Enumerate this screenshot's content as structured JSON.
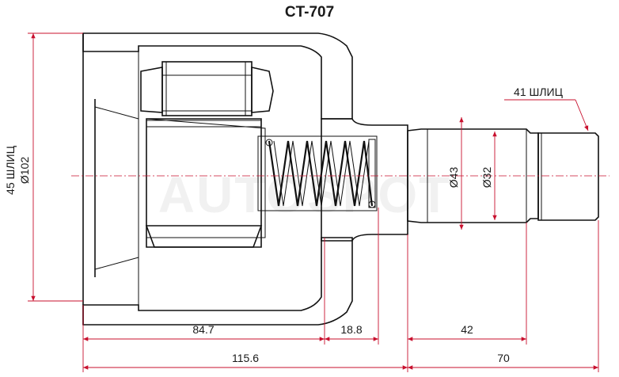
{
  "title": "CT-707",
  "watermark": "AUTOSPOT",
  "labels": {
    "outer_spline": "45 ШЛИЦ",
    "outer_diameter": "Ø102",
    "shaft_spline": "41 ШЛИЦ",
    "shaft_diameter_1": "Ø43",
    "shaft_diameter_2": "Ø32"
  },
  "dimensions": {
    "inner_length": "84.7",
    "spring_length": "18.8",
    "shaft_stub_length": "42",
    "body_length": "115.6",
    "shaft_length": "70"
  },
  "colors": {
    "dimension_line": "#c8102e",
    "outline": "#111111",
    "hatch": "#555555"
  }
}
